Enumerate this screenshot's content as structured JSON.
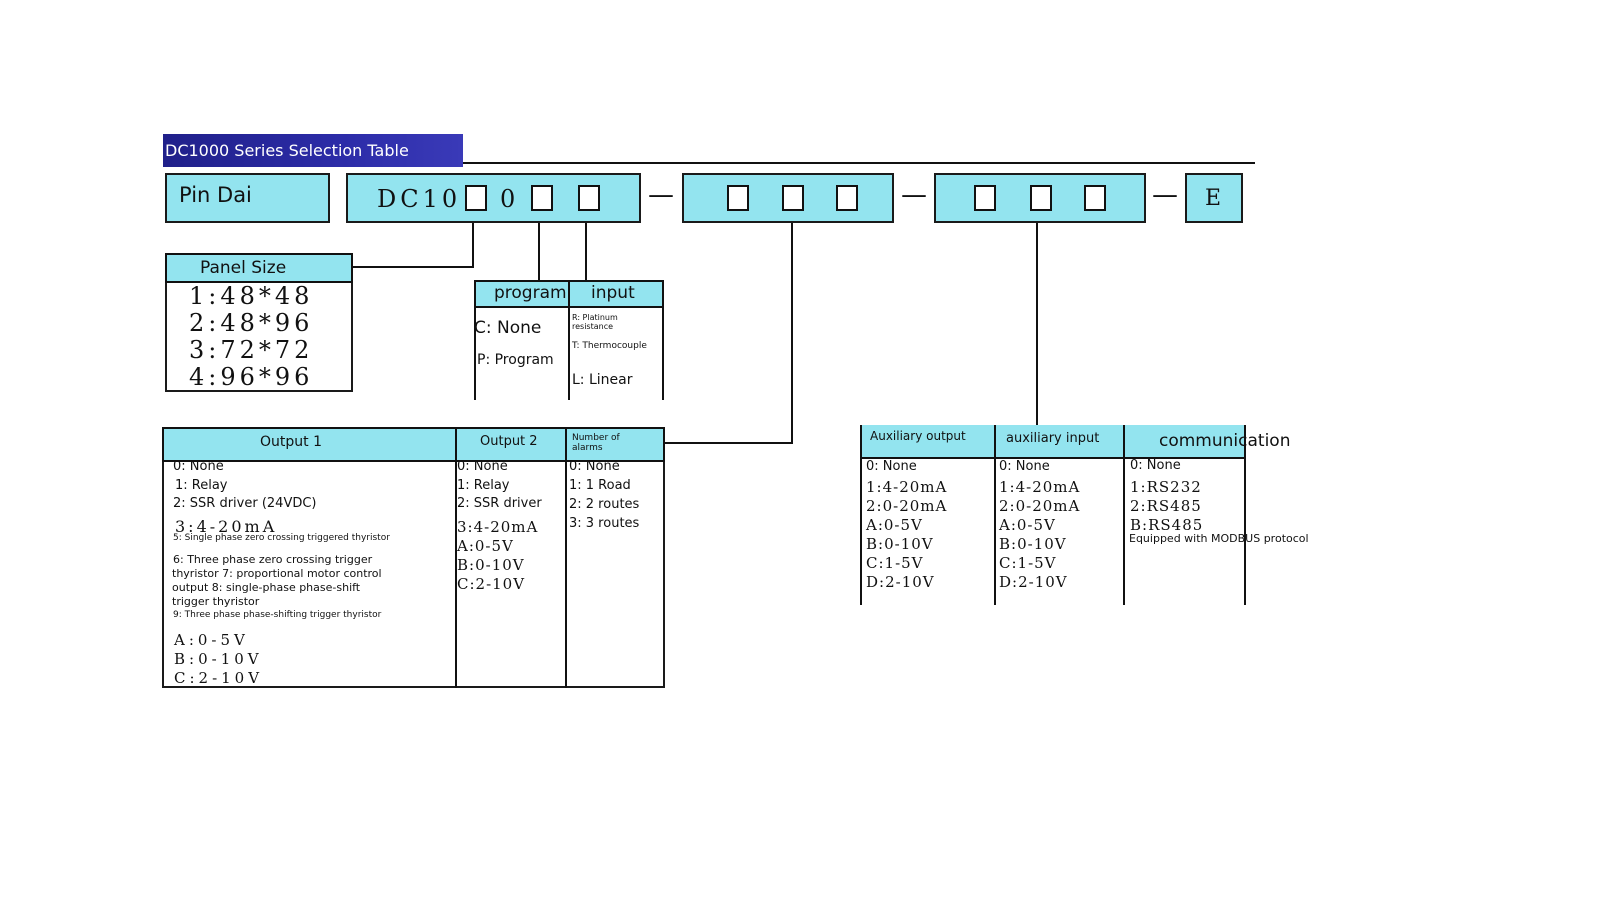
{
  "title": "DC1000 Series Selection Table",
  "header_row": {
    "brand": "Pin Dai",
    "model_prefix": "DC10",
    "model_mid": "0",
    "suffix": "E",
    "dash": "—"
  },
  "panel_size": {
    "header": "Panel Size",
    "items": [
      "1:48*48",
      "2:48*96",
      "3:72*72",
      "4:96*96"
    ]
  },
  "program": {
    "header": "program",
    "items": [
      "C: None",
      "P: Program"
    ]
  },
  "input": {
    "header": "input",
    "items": [
      "R: Platinum resistance",
      "T: Thermocouple",
      "L: Linear"
    ]
  },
  "output1": {
    "header": "Output 1",
    "items": [
      "0: None",
      "1: Relay",
      "2: SSR driver (24VDC)",
      "3:4-20mA"
    ],
    "note5": "5: Single phase zero crossing triggered thyristor",
    "note6": [
      "6: Three phase zero crossing trigger",
      "thyristor 7: proportional motor control",
      "output 8: single-phase phase-shift",
      "trigger thyristor"
    ],
    "note9": "9: Three phase phase-shifting trigger thyristor",
    "analog": [
      "A:0-5V",
      "B:0-10V",
      "C:2-10V"
    ]
  },
  "output2": {
    "header": "Output 2",
    "items": [
      "0: None",
      "1: Relay",
      "2: SSR driver"
    ],
    "analog": [
      "3:4-20mA",
      "A:0-5V",
      "B:0-10V",
      "C:2-10V"
    ]
  },
  "alarms": {
    "header": "Number of alarms",
    "items": [
      "0: None",
      "1: 1 Road",
      "2: 2 routes",
      "3: 3 routes"
    ]
  },
  "aux_output": {
    "header": "Auxiliary output",
    "items": [
      "0: None"
    ],
    "analog": [
      "1:4-20mA",
      "2:0-20mA",
      "A:0-5V",
      "B:0-10V",
      "C:1-5V",
      "D:2-10V"
    ]
  },
  "aux_input": {
    "header": "auxiliary input",
    "items": [
      "0: None"
    ],
    "analog": [
      "1:4-20mA",
      "2:0-20mA",
      "A:0-5V",
      "B:0-10V",
      "C:1-5V",
      "D:2-10V"
    ]
  },
  "communication": {
    "header": "communication",
    "items": [
      "0: None"
    ],
    "analog": [
      "1:RS232",
      "2:RS485",
      "B:RS485"
    ],
    "note": "Equipped with MODBUS protocol"
  }
}
